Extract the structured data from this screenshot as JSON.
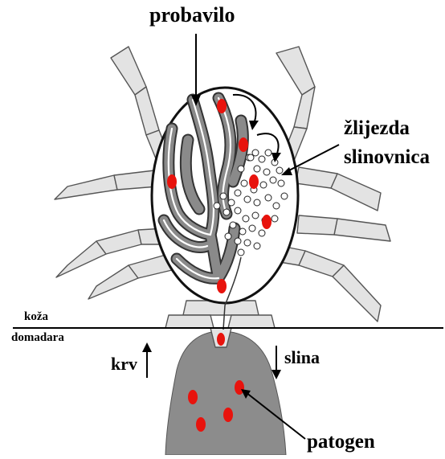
{
  "labels": {
    "digestive_tract": "probavilo",
    "salivary_gland_line1": "žlijezda",
    "salivary_gland_line2": "slinovnica",
    "host_skin_line1": "koža",
    "host_skin_line2": "domadara",
    "blood": "krv",
    "saliva": "slina",
    "pathogen": "patogen"
  },
  "colors": {
    "leg_fill": "#e3e3e3",
    "outline": "#333333",
    "gut_fill": "#808080",
    "pathogen": "#e8130d",
    "blood_pool": "#8c8c8c",
    "gland": "#ffffff"
  }
}
